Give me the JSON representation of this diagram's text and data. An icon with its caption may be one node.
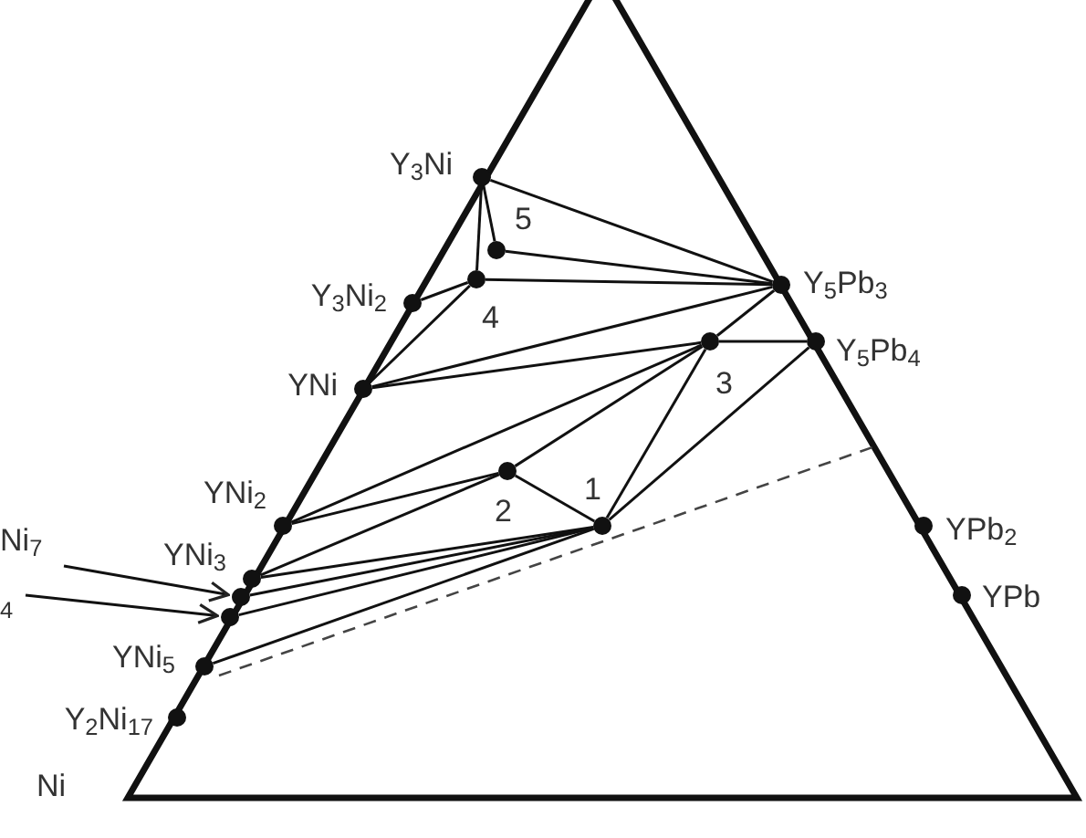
{
  "diagram": {
    "nodes": [
      {
        "text": [],
        "shape": "circle",
        "beside": [
          "Y$_{3}$Ni"
        ]
      },
      {
        "text": [],
        "shape": "circle",
        "beside": [
          "5"
        ]
      },
      {
        "text": [],
        "shape": "circle",
        "beside": [
          "4"
        ]
      },
      {
        "text": [],
        "shape": "circle",
        "beside": [
          "Y$_{3}$Ni$_{2}$"
        ]
      },
      {
        "text": [],
        "shape": "circle",
        "beside": [
          "YNi"
        ]
      },
      {
        "text": [],
        "shape": "circle",
        "beside": [
          "Y$_{5}$Pb$_{3}$"
        ]
      },
      {
        "text": [],
        "shape": "circle",
        "beside": [
          "3"
        ]
      },
      {
        "text": [],
        "shape": "circle",
        "beside": [
          "Y$_{5}$Pb$_{4}$"
        ]
      },
      {
        "text": [],
        "shape": "circle",
        "beside": [
          "2"
        ]
      },
      {
        "text": [],
        "shape": "circle",
        "beside": [
          "1"
        ]
      },
      {
        "text": [],
        "shape": "circle",
        "beside": [
          "YNi$_{2}$"
        ]
      },
      {
        "text": [
          "Ni$_{7}$"
        ]
      },
      {
        "text": [],
        "shape": "circle",
        "beside": [
          "YNi$_{3}$"
        ]
      },
      {
        "text": [
          "$_{4}$"
        ]
      },
      {
        "text": [],
        "shape": "circle"
      },
      {
        "text": [],
        "shape": "circle"
      },
      {
        "text": [],
        "shape": "circle",
        "beside": [
          "YNi$_{5}$"
        ]
      },
      {
        "text": [],
        "shape": "circle",
        "beside": [
          "Y$_{2}$Ni$_{17}$"
        ]
      },
      {
        "text": [],
        "shape": "circle",
        "beside": [
          "YPb$_{2}$"
        ]
      },
      {
        "text": [],
        "shape": "circle",
        "beside": [
          "YPb"
        ]
      }
    ],
    "edges": [
      {
        "from": 0,
        "to": 5,
        "arrow": "none"
      },
      {
        "from": 0,
        "to": 1,
        "arrow": "none"
      },
      {
        "from": 0,
        "to": 2,
        "arrow": "none"
      },
      {
        "from": 1,
        "to": 5,
        "arrow": "none"
      },
      {
        "from": 2,
        "to": 5,
        "arrow": "none"
      },
      {
        "from": 2,
        "to": 3,
        "arrow": "none"
      },
      {
        "from": 2,
        "to": 4,
        "arrow": "none"
      },
      {
        "from": 4,
        "to": 5,
        "arrow": "none"
      },
      {
        "from": 4,
        "to": 6,
        "arrow": "none"
      },
      {
        "from": 6,
        "to": 5,
        "arrow": "none"
      },
      {
        "from": 6,
        "to": 7,
        "arrow": "none"
      },
      {
        "from": 10,
        "to": 6,
        "arrow": "none"
      },
      {
        "from": 6,
        "to": 8,
        "arrow": "none"
      },
      {
        "from": 6,
        "to": 9,
        "arrow": "none"
      },
      {
        "from": 7,
        "to": 9,
        "arrow": "none"
      },
      {
        "from": 10,
        "to": 8,
        "arrow": "none"
      },
      {
        "from": 8,
        "to": 9,
        "arrow": "none"
      },
      {
        "from": 12,
        "to": 8,
        "arrow": "none"
      },
      {
        "from": 12,
        "to": 9,
        "arrow": "none"
      },
      {
        "from": 14,
        "to": 9,
        "arrow": "none"
      },
      {
        "from": 15,
        "to": 9,
        "arrow": "none"
      },
      {
        "from": 16,
        "to": 9,
        "arrow": "none"
      },
      {
        "from": 11,
        "to": 14,
        "arrow": "to"
      },
      {
        "from": 13,
        "to": 15,
        "arrow": "to"
      }
    ],
    "labels": [
      "Ni"
    ]
  }
}
